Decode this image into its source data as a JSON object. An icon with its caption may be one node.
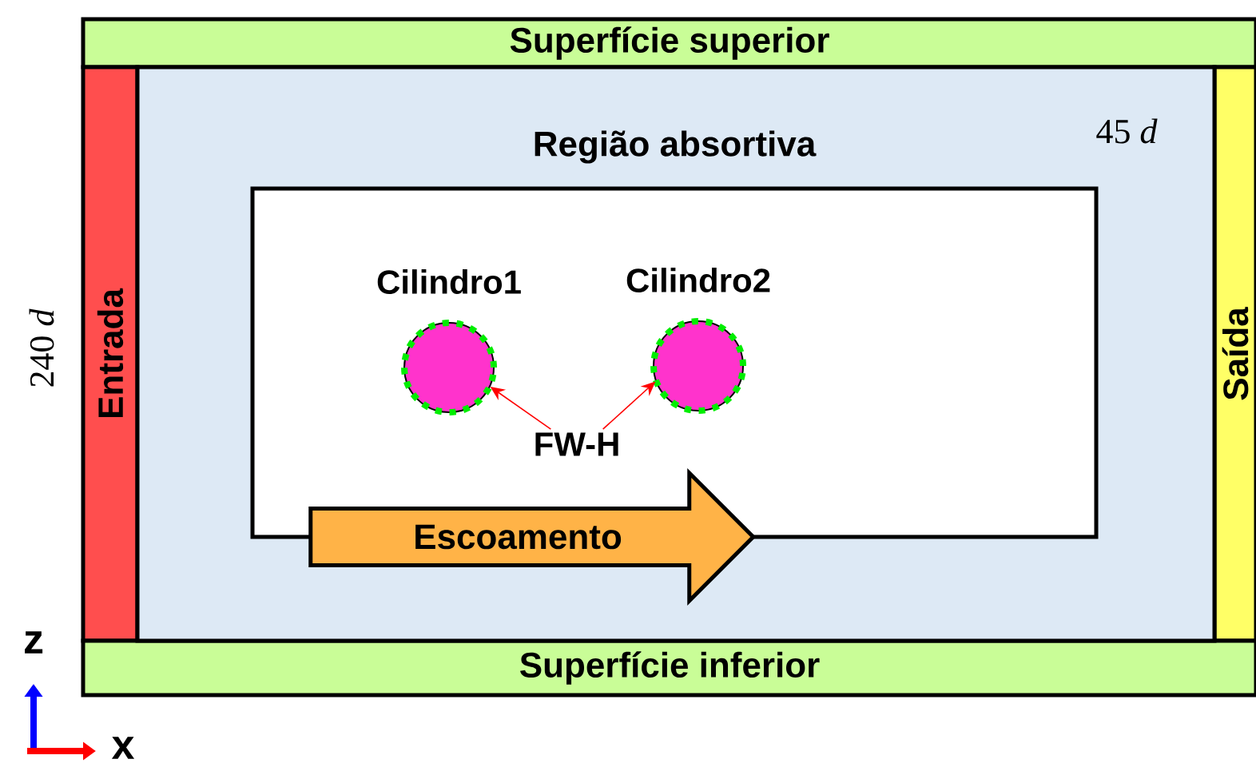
{
  "diagram": {
    "nodes": [
      {
        "text": [
          "Superfície superior"
        ]
      },
      {
        "text": [
          "Entrada"
        ]
      },
      {
        "text": [
          "Saída"
        ]
      },
      {
        "text": [
          "Superfície inferior"
        ]
      },
      {
        "text": [
          "Região absortiva"
        ]
      },
      {
        "text": [],
        "shape": "box",
        "in": 4
      },
      {
        "text": [
          "Cilindro1"
        ],
        "in": 5
      },
      {
        "text": [
          "Cilindro2"
        ],
        "in": 5
      },
      {
        "text": [
          "FW-H"
        ],
        "in": 5
      },
      {
        "text": [
          "Escoamento"
        ],
        "in": 4
      }
    ],
    "edges": [
      {
        "from": 8,
        "to": 6,
        "arrow": "to"
      },
      {
        "from": 8,
        "to": 7,
        "arrow": "to"
      }
    ],
    "labels": [
      "45 *d*",
      "240 *d*",
      "z",
      "x"
    ]
  }
}
